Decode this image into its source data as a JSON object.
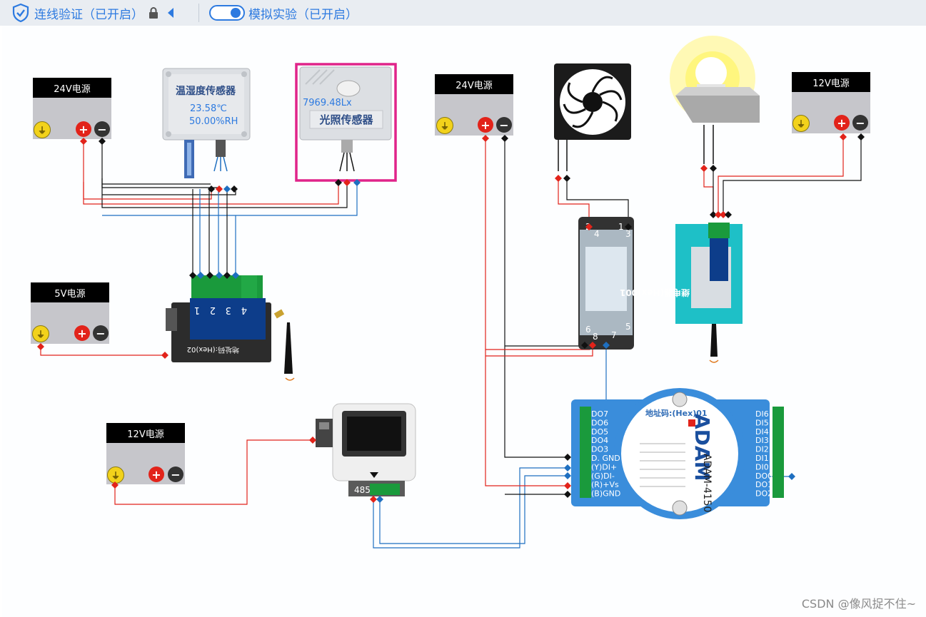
{
  "toolbar": {
    "wire_check": "连线验证（已开启）",
    "simulation": "模拟实验（已开启）"
  },
  "power_supplies": [
    {
      "label": "24V电源"
    },
    {
      "label": "5V电源"
    },
    {
      "label": "12V电源"
    },
    {
      "label": "24V电源"
    },
    {
      "label": "12V电源"
    }
  ],
  "sensors": {
    "temp_humidity": {
      "name": "温湿度传感器",
      "temperature": "23.58℃",
      "humidity": "50.00%RH"
    },
    "light": {
      "name": "光照传感器",
      "value": "7969.48Lx"
    }
  },
  "collector": {
    "label": "地址码:(Hex)02",
    "channels": [
      "1",
      "2",
      "3",
      "4"
    ]
  },
  "relay": {
    "pins_top": [
      "2",
      "4",
      "1",
      "3"
    ],
    "pins_bottom": [
      "6",
      "8",
      "5",
      "7"
    ]
  },
  "relay_module": {
    "label": "继电器(Hex)001"
  },
  "adam": {
    "brand": "ADAM",
    "model": "ADAM-4150",
    "address": "地址码:(Hex)01",
    "left_pins": [
      "DO7",
      "DO6",
      "DO5",
      "DO4",
      "DO3",
      "D. GND",
      "(Y)DI+",
      "(G)DI-",
      "(R)+Vs",
      "(B)GND"
    ],
    "right_pins": [
      "DI6",
      "DI5",
      "DI4",
      "DI3",
      "DI2",
      "DI1",
      "DI0",
      "DO0",
      "DO1",
      "DO2"
    ]
  },
  "converter": {
    "label": "485"
  },
  "watermark": "CSDN @像风捉不住~",
  "colors": {
    "accent": "#2d7ae0",
    "wire_red": "#e2231a",
    "wire_black": "#111111",
    "wire_blue": "#1e6fc0",
    "highlight": "#e0248a"
  }
}
